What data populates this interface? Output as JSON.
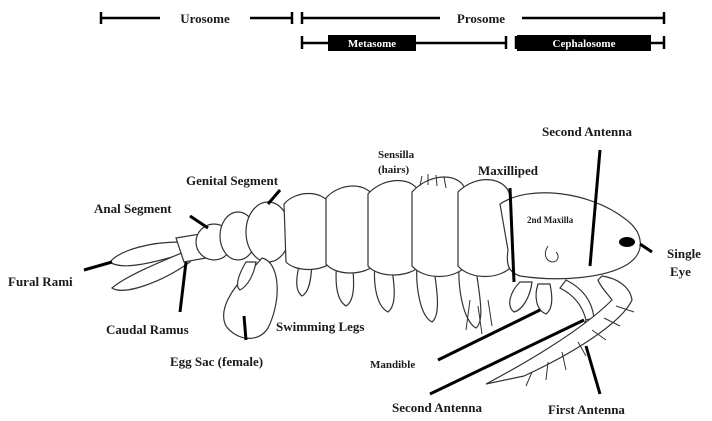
{
  "regions": {
    "urosome": "Urosome",
    "prosome": "Prosome",
    "metasome": "Metasome",
    "cephalosome": "Cephalosome"
  },
  "labels": {
    "second_antenna_top": "Second Antenna",
    "sensilla": "Sensilla",
    "sensilla_hairs": "(hairs)",
    "maxilliped": "Maxilliped",
    "second_maxilla": "2nd Maxilla",
    "genital_segment": "Genital Segment",
    "anal_segment": "Anal Segment",
    "single": "Single",
    "eye": "Eye",
    "fural_rami": "Fural Rami",
    "caudal_ramus": "Caudal Ramus",
    "swimming_legs": "Swimming Legs",
    "egg_sac": "Egg Sac (female)",
    "mandible": "Mandible",
    "second_antenna_bottom": "Second Antenna",
    "first_antenna": "First Antenna"
  }
}
